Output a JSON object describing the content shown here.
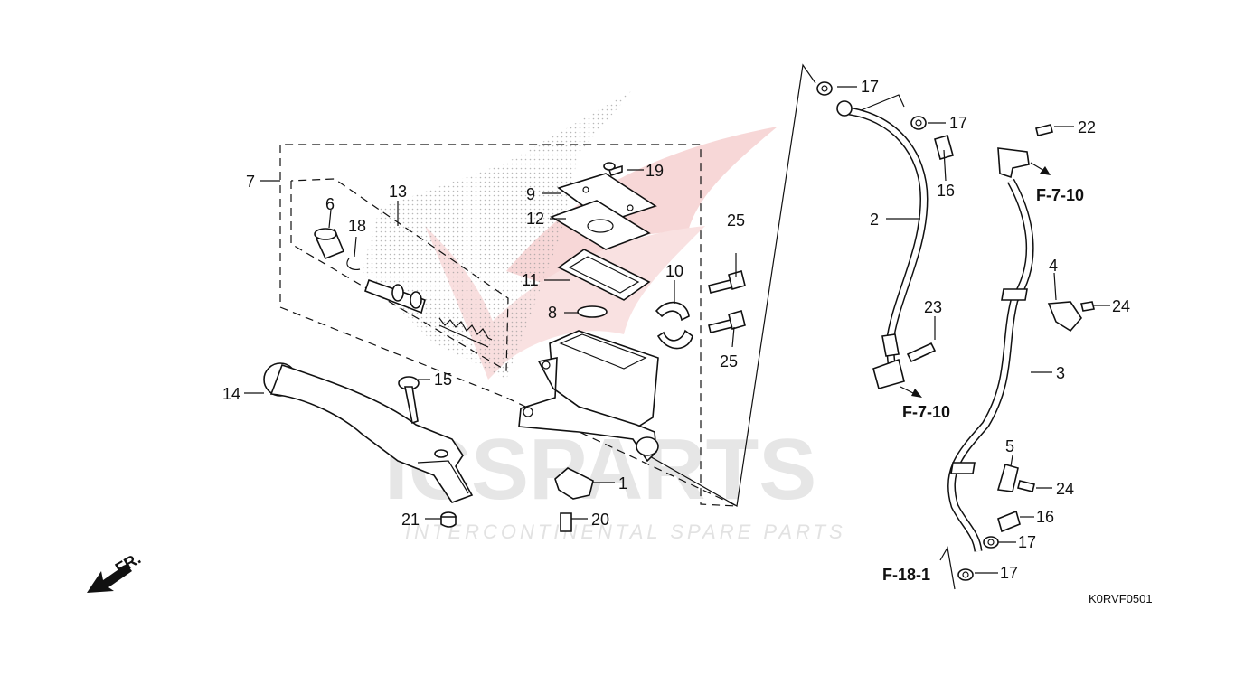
{
  "figure_code": "K0RVF0501",
  "front_marker": "FR.",
  "watermark": {
    "brand": "ICSPARTS",
    "tagline": "INTERCONTINENTAL SPARE PARTS"
  },
  "reference_labels": {
    "f_7_10_upper": "F-7-10",
    "f_7_10_lower": "F-7-10",
    "f_18_1": "F-18-1"
  },
  "callouts": {
    "p1": "1",
    "p2": "2",
    "p3": "3",
    "p4": "4",
    "p5": "5",
    "p6": "6",
    "p7": "7",
    "p8": "8",
    "p9": "9",
    "p10": "10",
    "p11": "11",
    "p12": "12",
    "p13": "13",
    "p14": "14",
    "p15": "15",
    "p16a": "16",
    "p16b": "16",
    "p17a": "17",
    "p17b": "17",
    "p17c": "17",
    "p17d": "17",
    "p18": "18",
    "p19": "19",
    "p20": "20",
    "p21": "21",
    "p22": "22",
    "p23": "23",
    "p24a": "24",
    "p24b": "24",
    "p25a": "25",
    "p25b": "25"
  }
}
